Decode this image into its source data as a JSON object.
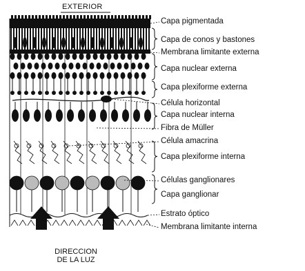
{
  "top_label": "EXTERIOR",
  "labels": [
    "Capa pigmentada",
    "Capa de conos y bastones",
    "Membrana limitante externa",
    "Capa nuclear externa",
    "Capa plexiforme externa",
    "Célula horizontal",
    "Capa nuclear interna",
    "Fibra de Müller",
    "Célula amacrina",
    "Capa plexiforme interna",
    "Células ganglionares",
    "Capa ganglionar",
    "Estrato óptico",
    "Membrana limitante interna"
  ],
  "light_caption": [
    "DIRECCION",
    "DE LA LUZ"
  ]
}
